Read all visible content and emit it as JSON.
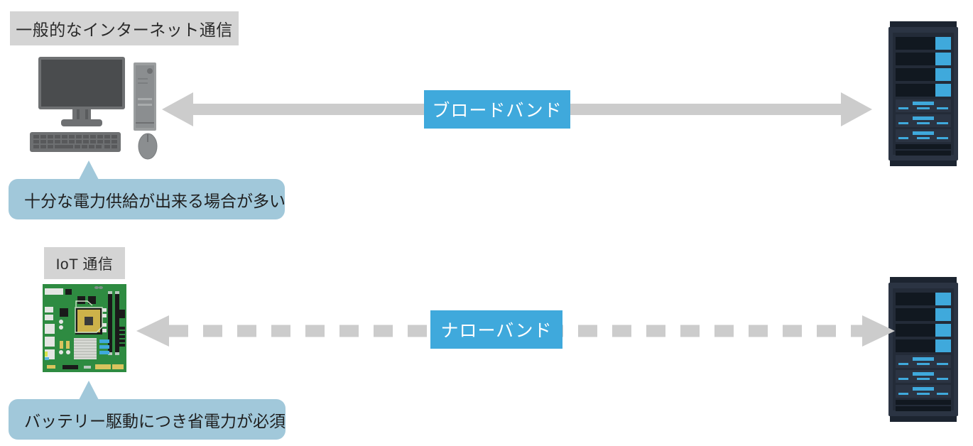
{
  "diagram": {
    "title_internet": "一般的なインターネット通信",
    "title_iot": "IoT 通信",
    "band_broadband": "ブロードバンド",
    "band_narrowband": "ナローバンド",
    "callout_power": "十分な電力供給が出来る場合が多い",
    "callout_battery": "バッテリー駆動につき省電力が必須",
    "icons": {
      "pc": "desktop-computer-icon",
      "board": "circuit-board-icon",
      "server_top": "server-rack-icon",
      "server_bottom": "server-rack-icon",
      "arrow_solid": "double-headed-solid-arrow-icon",
      "arrow_dashed": "double-headed-dashed-arrow-icon"
    },
    "colors": {
      "accent_blue": "#3fa9dc",
      "chip_gray": "#d4d4d4",
      "callout_blue": "#a1c8da",
      "arrow_gray": "#cccccc",
      "server_dark": "#232b38",
      "board_green": "#2e8b41",
      "background": "#ffffff"
    }
  }
}
